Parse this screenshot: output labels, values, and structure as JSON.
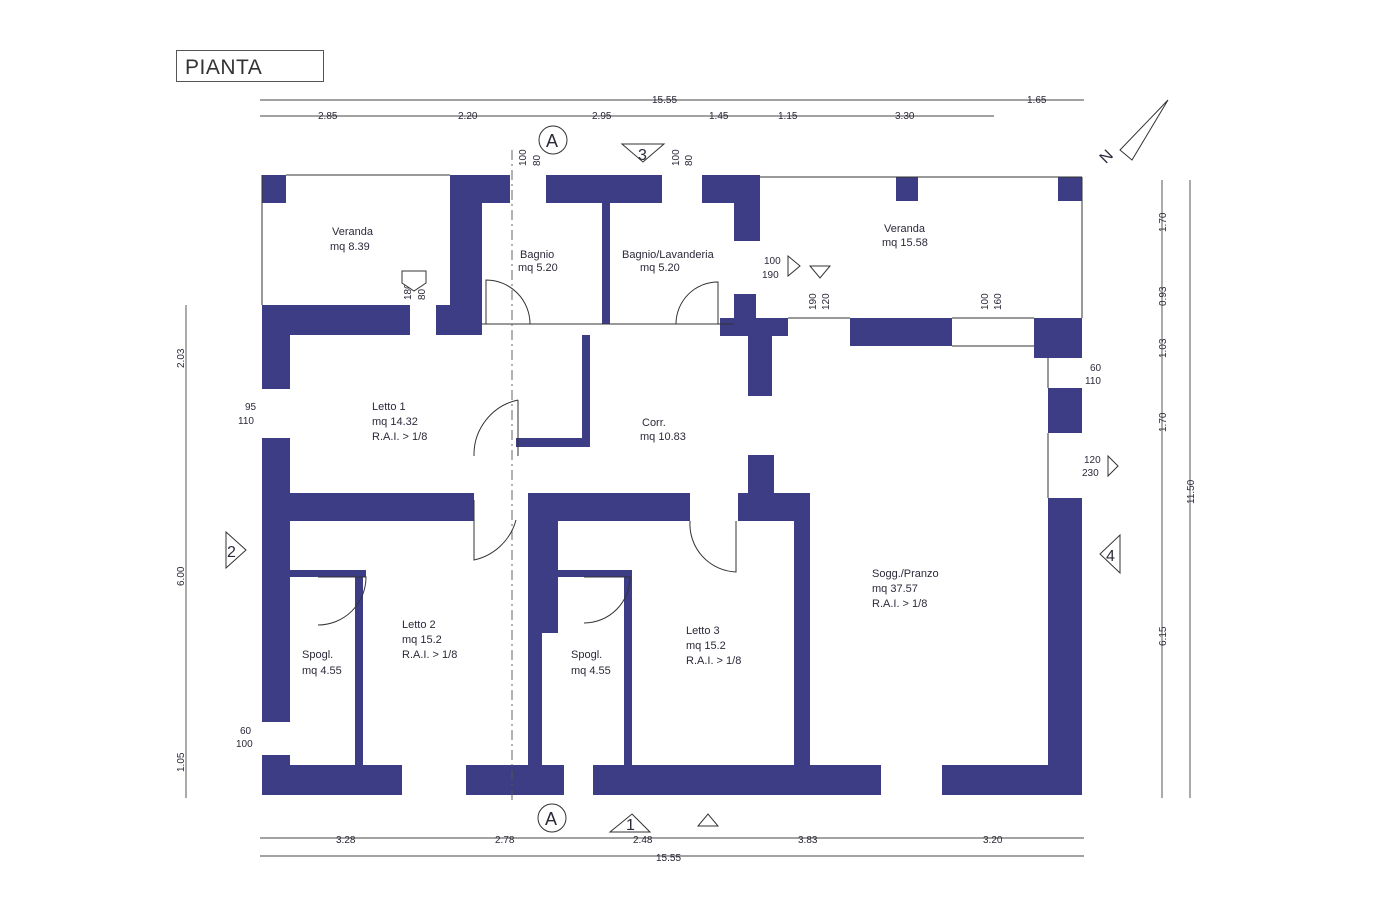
{
  "title": "PIANTA",
  "north_label": "N",
  "dims_top": {
    "total": "15.55",
    "extra": "1.65",
    "segments": [
      "2.85",
      "2.20",
      "2.95",
      "1.45",
      "1.15",
      "3.30"
    ]
  },
  "dims_bottom": {
    "total": "15.55",
    "segments": [
      "3.28",
      "2.78",
      "2.48",
      "3.83",
      "3.20"
    ]
  },
  "dims_left": [
    "2.03",
    "6.00",
    "1.05"
  ],
  "dims_right_inner": [
    "1.70",
    "0.93",
    "1.03",
    "1.70",
    "6.15"
  ],
  "dims_right_total": "11.50",
  "section_marks": {
    "a_top": "A",
    "a_bottom": "A",
    "s1": "1",
    "s2": "2",
    "s3": "3",
    "s4": "4"
  },
  "openings": {
    "bagnio_window": [
      "80",
      "100"
    ],
    "lav_window": [
      "80",
      "100"
    ],
    "veranda1_door": [
      "80",
      "180"
    ],
    "veranda2_side": [
      "100",
      "190"
    ],
    "veranda2_door1": [
      "120",
      "190"
    ],
    "veranda2_door2": [
      "160",
      "100"
    ],
    "right_top": [
      "60",
      "110"
    ],
    "right_mid": [
      "120",
      "230"
    ],
    "left_top": [
      "95",
      "110"
    ],
    "left_bottom": [
      "60",
      "100"
    ]
  },
  "rooms": {
    "veranda1": {
      "name": "Veranda",
      "area": "mq 8.39"
    },
    "bagnio": {
      "name": "Bagnio",
      "area": "mq 5.20"
    },
    "lavanderia": {
      "name": "Bagnio/Lavanderia",
      "area": "mq 5.20"
    },
    "veranda2": {
      "name": "Veranda",
      "area": "mq 15.58"
    },
    "letto1": {
      "name": "Letto 1",
      "area": "mq 14.32",
      "rai": "R.A.I. > 1/8"
    },
    "corr": {
      "name": "Corr.",
      "area": "mq 10.83"
    },
    "letto2": {
      "name": "Letto 2",
      "area": "mq 15.2",
      "rai": "R.A.I. > 1/8"
    },
    "spogl1": {
      "name": "Spogl.",
      "area": "mq 4.55"
    },
    "spogl2": {
      "name": "Spogl.",
      "area": "mq 4.55"
    },
    "letto3": {
      "name": "Letto 3",
      "area": "mq 15.2",
      "rai": "R.A.I. > 1/8"
    },
    "soggiorno": {
      "name": "Sogg./Pranzo",
      "area": "mq 37.57",
      "rai": "R.A.I. > 1/8"
    }
  },
  "colors": {
    "wall": "#3d3d85",
    "line": "#333333"
  }
}
